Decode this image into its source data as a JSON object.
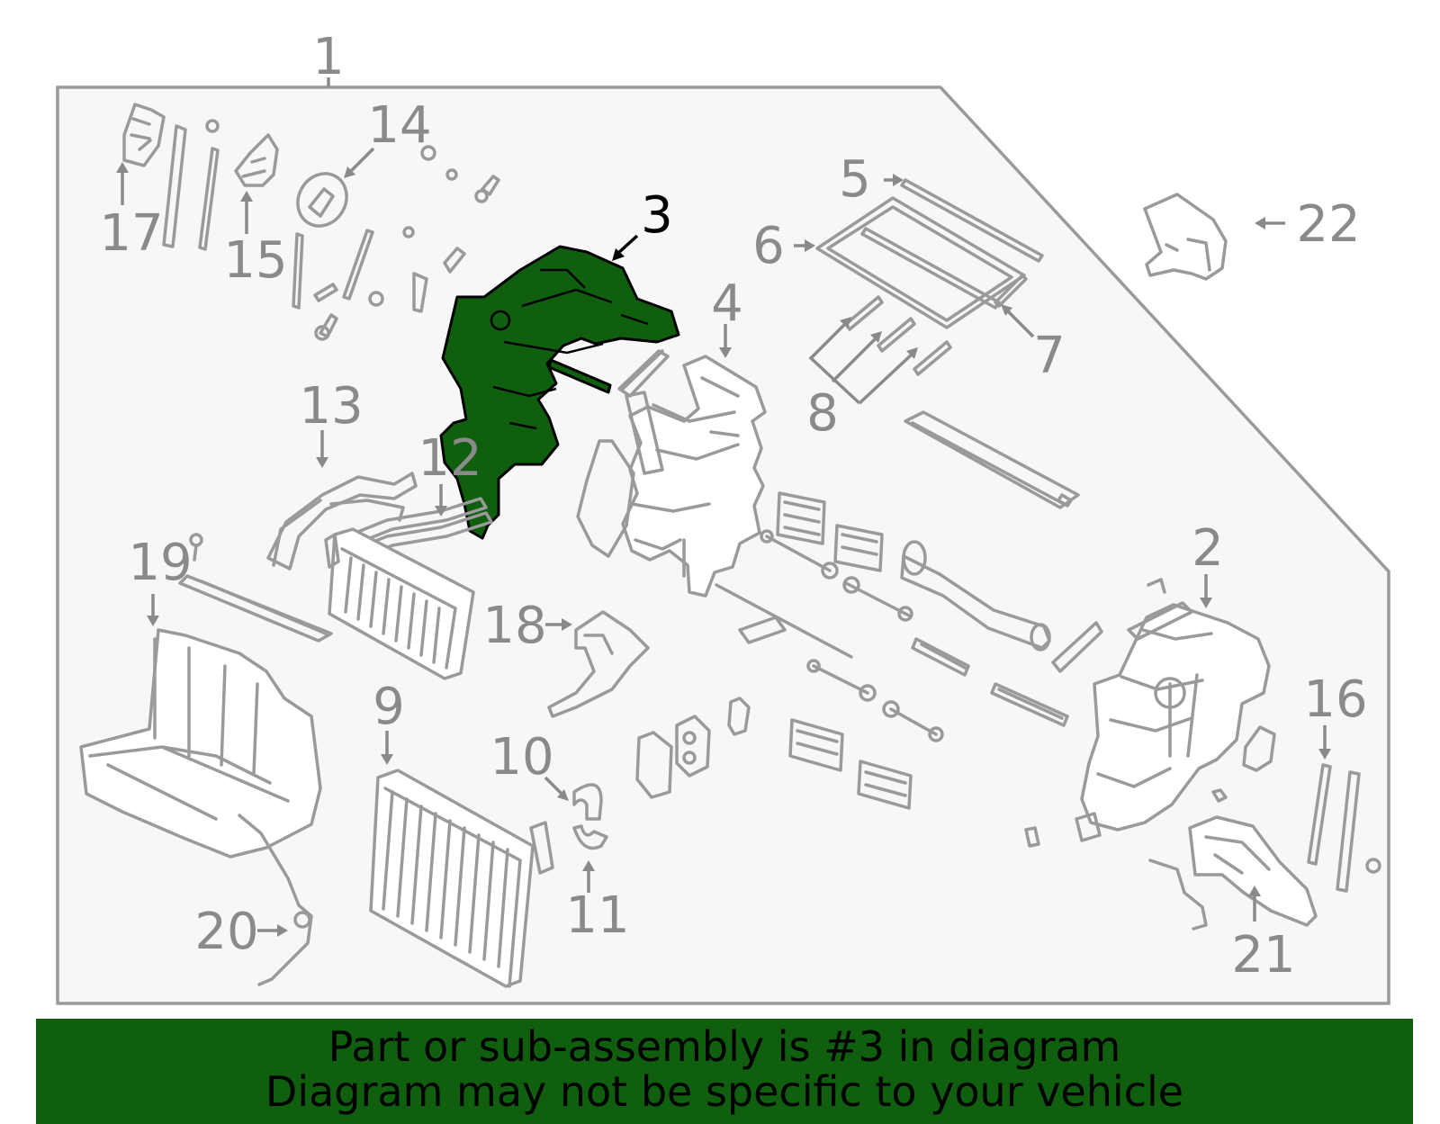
{
  "diagram": {
    "callouts": [
      {
        "id": "1",
        "label": "1",
        "highlight": false
      },
      {
        "id": "2",
        "label": "2",
        "highlight": false
      },
      {
        "id": "3",
        "label": "3",
        "highlight": true
      },
      {
        "id": "4",
        "label": "4",
        "highlight": false
      },
      {
        "id": "5",
        "label": "5",
        "highlight": false
      },
      {
        "id": "6",
        "label": "6",
        "highlight": false
      },
      {
        "id": "7",
        "label": "7",
        "highlight": false
      },
      {
        "id": "8",
        "label": "8",
        "highlight": false
      },
      {
        "id": "9",
        "label": "9",
        "highlight": false
      },
      {
        "id": "10",
        "label": "10",
        "highlight": false
      },
      {
        "id": "11",
        "label": "11",
        "highlight": false
      },
      {
        "id": "12",
        "label": "12",
        "highlight": false
      },
      {
        "id": "13",
        "label": "13",
        "highlight": false
      },
      {
        "id": "14",
        "label": "14",
        "highlight": false
      },
      {
        "id": "15",
        "label": "15",
        "highlight": false
      },
      {
        "id": "16",
        "label": "16",
        "highlight": false
      },
      {
        "id": "17",
        "label": "17",
        "highlight": false
      },
      {
        "id": "18",
        "label": "18",
        "highlight": false
      },
      {
        "id": "19",
        "label": "19",
        "highlight": false
      },
      {
        "id": "20",
        "label": "20",
        "highlight": false
      },
      {
        "id": "21",
        "label": "21",
        "highlight": false
      },
      {
        "id": "22",
        "label": "22",
        "highlight": false
      }
    ],
    "highlighted_part": "3",
    "colors": {
      "highlight_fill": "#0f5f0f",
      "line": "#9a9a9a",
      "panel": "#f7f7f7"
    }
  },
  "banner": {
    "line1": "Part or sub-assembly is #3 in diagram",
    "line2": "Diagram may not be specific to your vehicle",
    "background": "#0f5f0f"
  }
}
